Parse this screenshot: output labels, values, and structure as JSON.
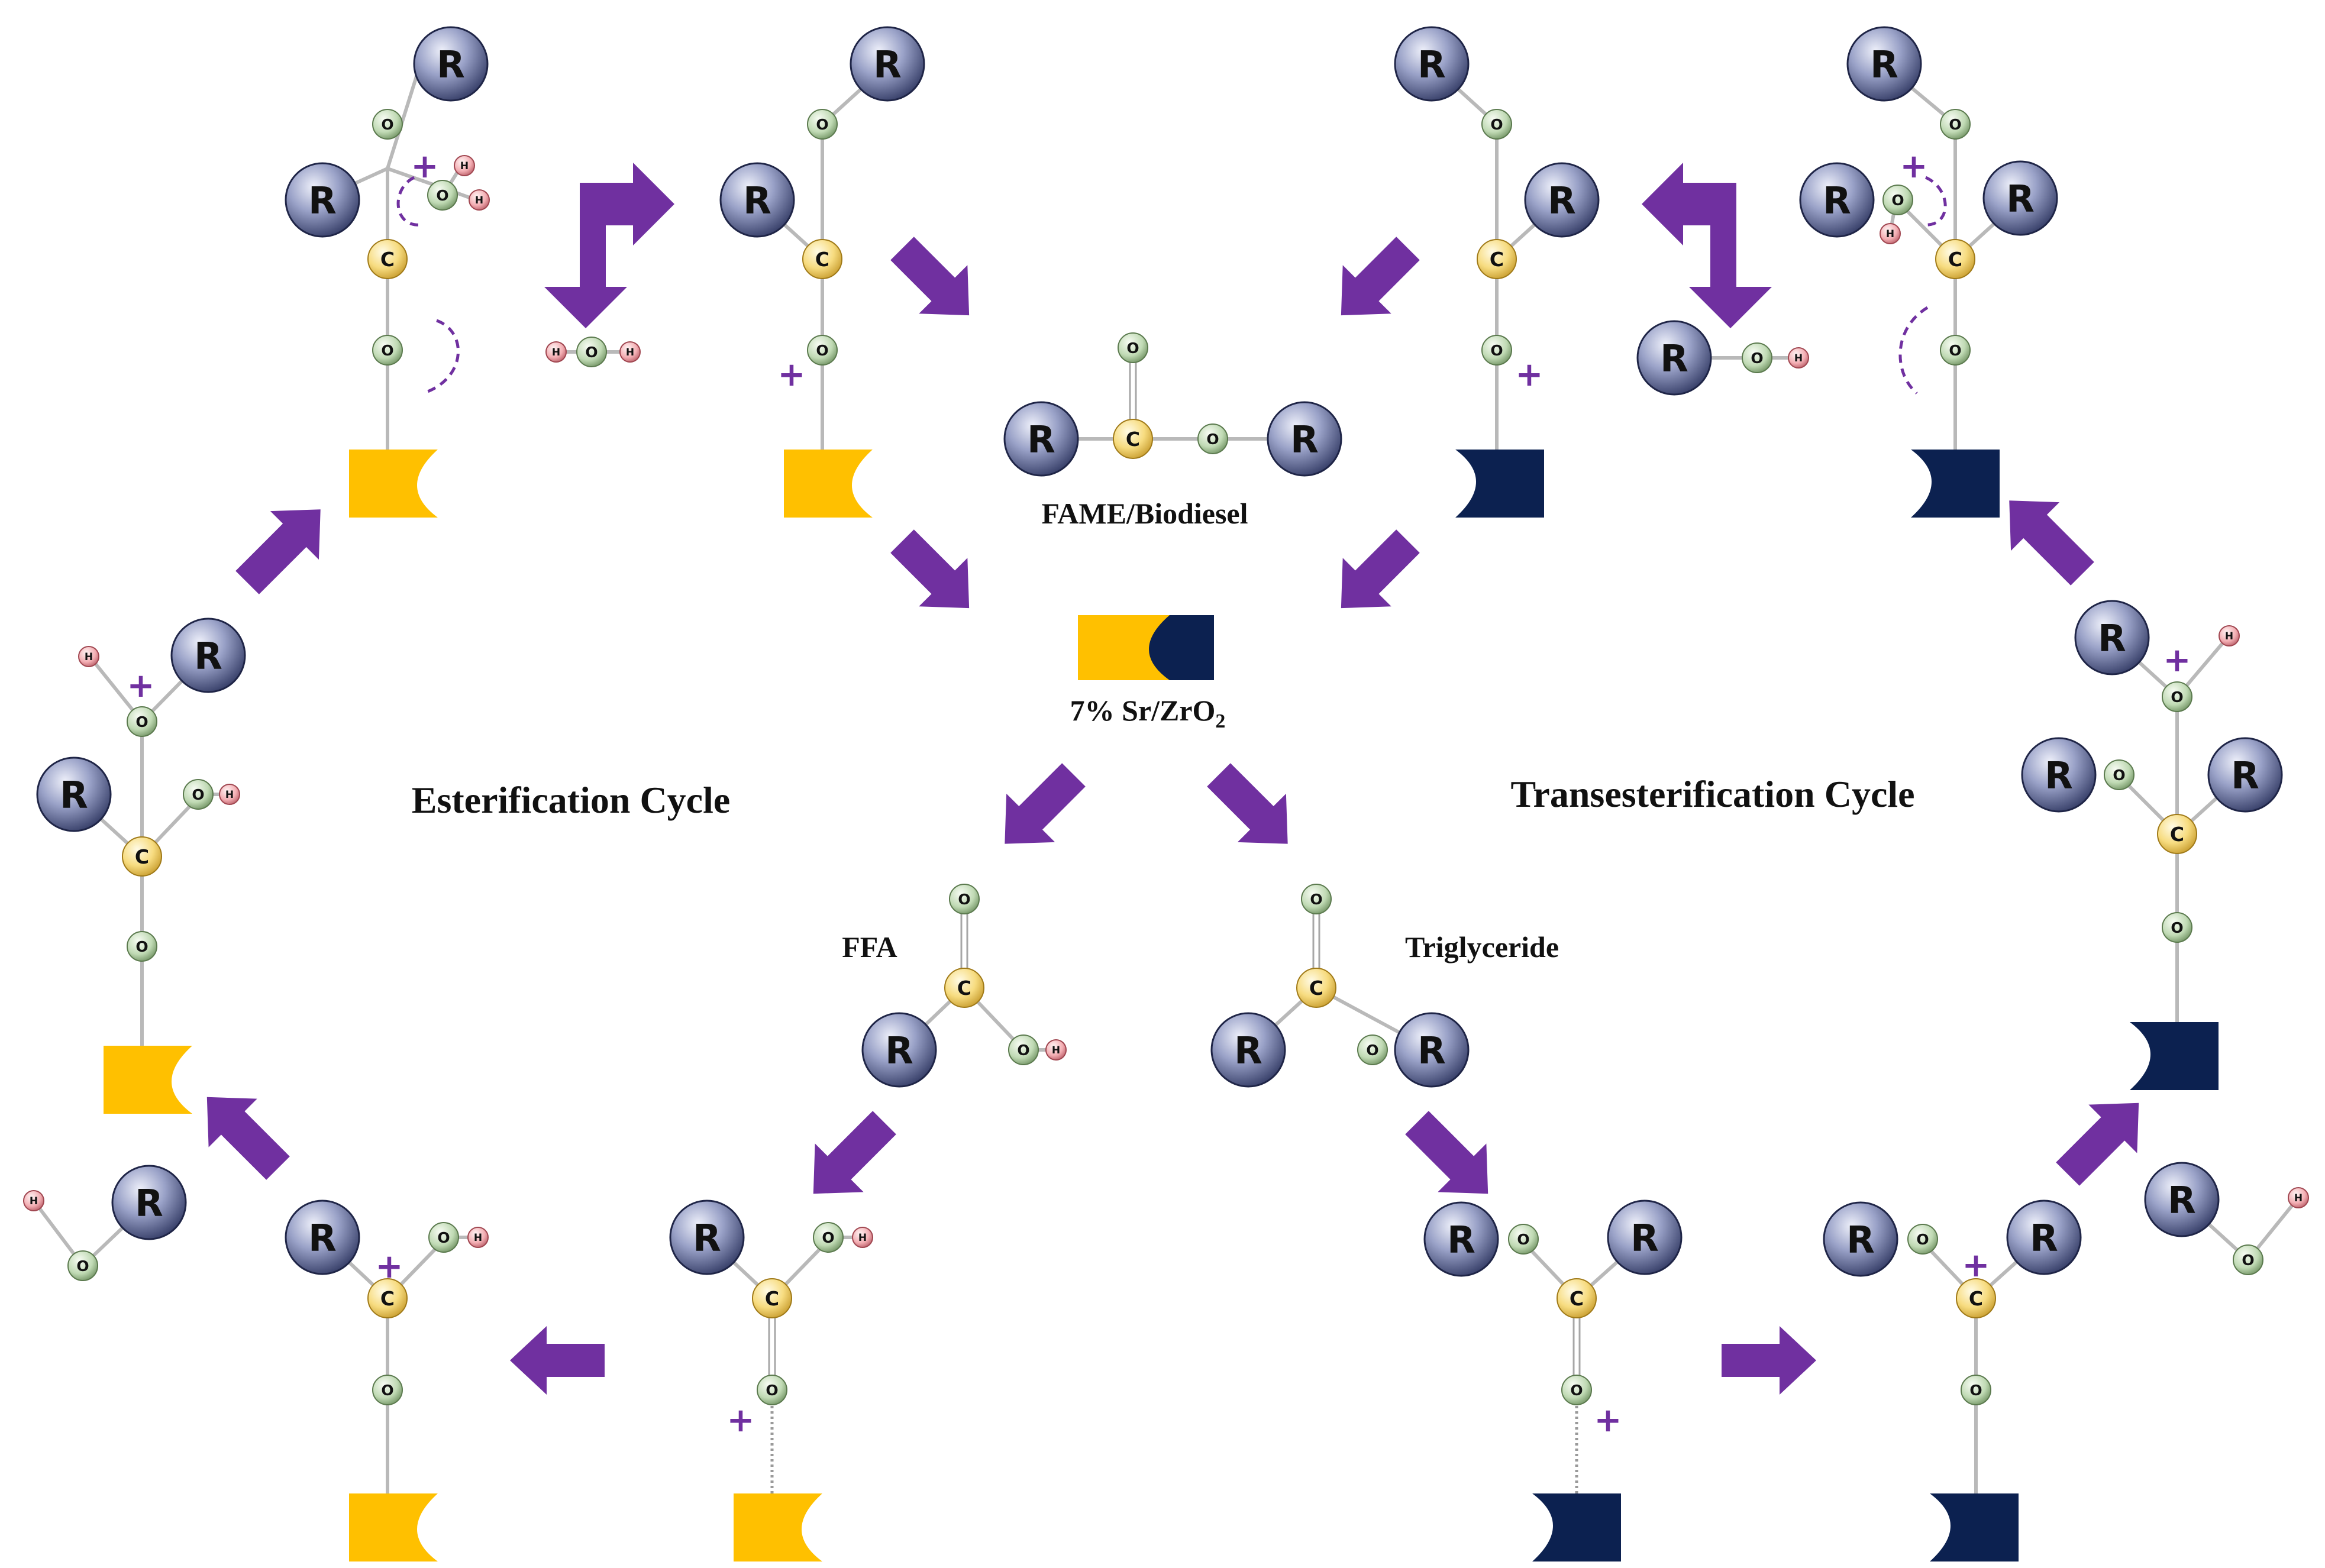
{
  "labels": {
    "fame": "FAME/Biodiesel",
    "catalyst": "7% Sr/ZrO",
    "catalyst_sub": "2",
    "esterification": "Esterification Cycle",
    "transesterification": "Transesterification Cycle",
    "ffa": "FFA",
    "triglyceride": "Triglyceride"
  },
  "atoms": {
    "R": "R",
    "C": "C",
    "O": "O",
    "H": "H"
  },
  "charge_symbol": "+",
  "colors": {
    "arrow": "#7030a0",
    "catalyst_gold": "#ffc000",
    "catalyst_navy": "#0c2150",
    "r_atom": "#7e86b0",
    "c_atom": "#f6df84",
    "o_atom": "#bcd8b0",
    "h_atom": "#f2a9b0"
  },
  "arrow_icon": "purple-block-arrow",
  "catalyst_icon": "notched-catalyst-block"
}
